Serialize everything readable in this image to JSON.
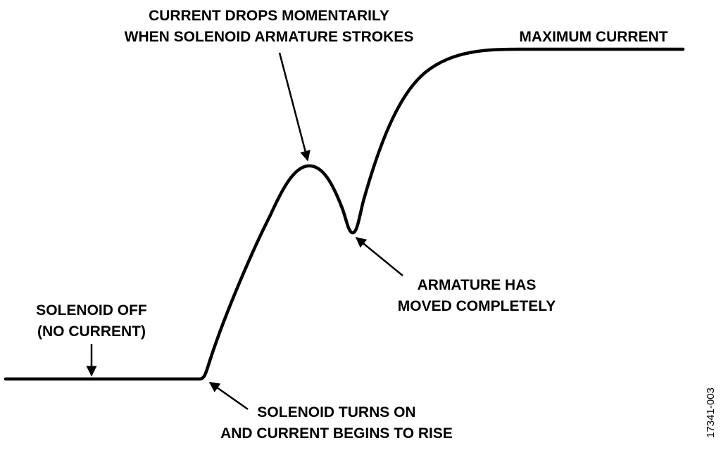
{
  "annotations": {
    "current_drops": {
      "line1": "CURRENT DROPS MOMENTARILY",
      "line2": "WHEN SOLENOID ARMATURE STROKES"
    },
    "maximum_current": "MAXIMUM CURRENT",
    "armature_moved": {
      "line1": "ARMATURE HAS",
      "line2": "MOVED COMPLETELY"
    },
    "solenoid_off": {
      "line1": "SOLENOID OFF",
      "line2": "(NO CURRENT)"
    },
    "solenoid_on": {
      "line1": "SOLENOID TURNS ON",
      "line2": "AND CURRENT BEGINS TO RISE"
    }
  },
  "figure_id": "17341-003",
  "colors": {
    "curve": "#000000",
    "text": "#000000",
    "background": "#ffffff"
  }
}
